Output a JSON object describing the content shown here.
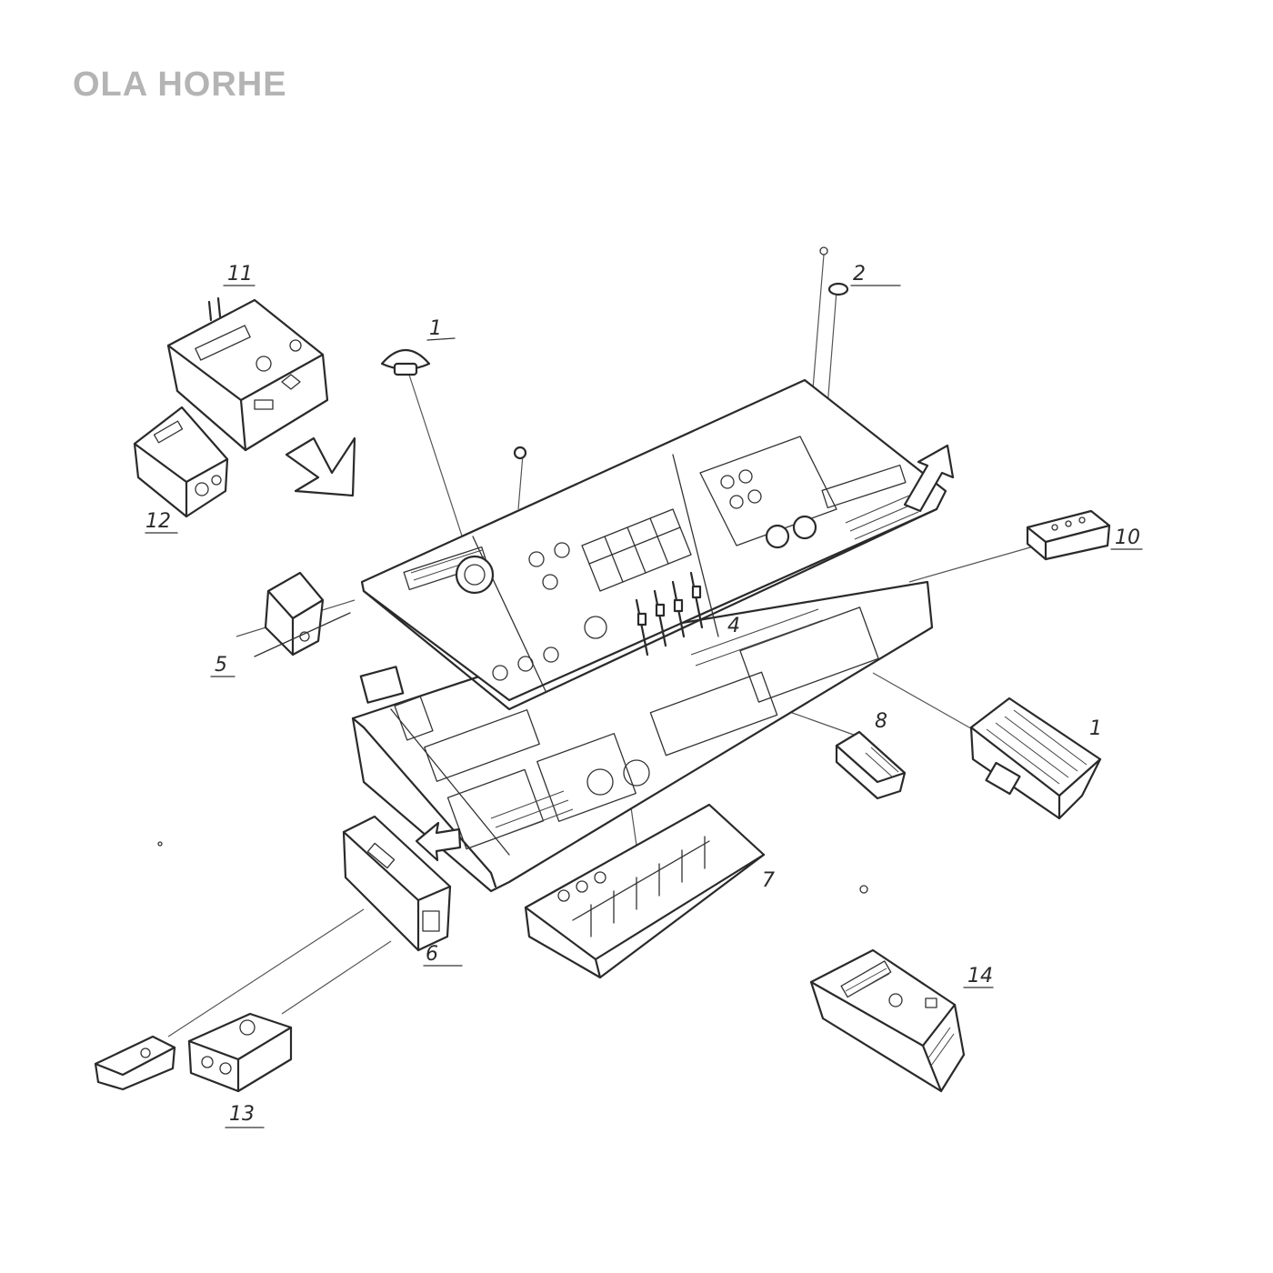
{
  "title": "OLA HORHE",
  "part_labels": {
    "p1": "1",
    "p1b": "1",
    "p2": "2",
    "p4": "4",
    "p5": "5",
    "p6": "6",
    "p7": "7",
    "p8": "8",
    "p10": "10",
    "p11": "11",
    "p12": "12",
    "p13": "13",
    "p14": "14"
  },
  "colors": {
    "ink": "#2a2a2a",
    "title": "#b4b4b4",
    "background": "#ffffff"
  }
}
